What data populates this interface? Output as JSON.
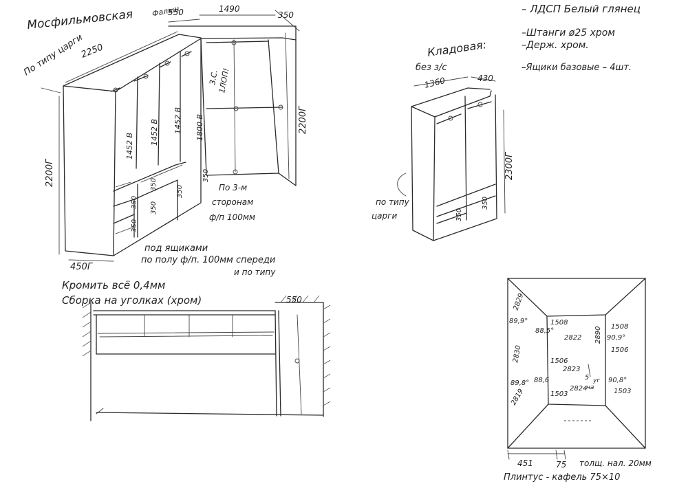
{
  "materials": {
    "line1": "– ЛДСП Белый глянец",
    "line2": "–Штанги ø25 хром",
    "line3": "–Держ. хром.",
    "line4": "–Ящики базовые – 4шт."
  },
  "wardrobe": {
    "title": "Мосфильмовская",
    "faldy": "Фальш",
    "po_tsargi": "По типу царги",
    "d550": "550",
    "d1490": "1490",
    "d350": "350",
    "d2250": "2250",
    "d2200l": "2200Г",
    "d2200r": "2200Г",
    "d450": "450Г",
    "h1452a": "1452 В",
    "h1452b": "1452 В",
    "h1452c": "1452 В",
    "h1800": "1800 В",
    "c350a": "350",
    "c350b": "350",
    "c350c": "350",
    "c350d": "350",
    "c350e": "350",
    "c350f": "350",
    "zs": "З.С.",
    "lnp": "1ЛОП!",
    "note1": "По 3-м",
    "note2": "сторонам",
    "note3": "ф/п 100мм",
    "box1": "под ящиками",
    "box2": "по полу ф/п. 100мм спереди",
    "box3": "и по типу"
  },
  "pantry": {
    "title": "Кладовая:",
    "sub": "без з/с",
    "d1360": "1360",
    "d430": "430",
    "d2300": "2300Г",
    "d350a": "350",
    "d350b": "350",
    "tsargi1": "по типу",
    "tsargi2": "царги"
  },
  "plan": {
    "note1": "Кромить всё 0,4мм",
    "note2": "Сборка на уголках (хром)",
    "d550": "550"
  },
  "room": {
    "d2829a": "2829",
    "d899a": "89,9°",
    "d1508a": "1508",
    "d885": "88,5°",
    "d2822": "2822",
    "d2890": "2890",
    "d1508b": "1508",
    "d909": "90,9°",
    "d1506a": "1506",
    "d1506b": "1506",
    "d2830": "2830",
    "d2823": "2823",
    "d886": "88,6",
    "d898a": "89,8°",
    "d898b": "90,8°",
    "d1503a": "1503",
    "d2824": "2824",
    "d1503b": "1503",
    "d2819": "2819",
    "d451": "451",
    "d75": "75",
    "tolsh": "толщ. нал. 20мм",
    "plintus": "Плинтус - кафель 75×10",
    "five": "5",
    "na": "на",
    "ug": "уг"
  }
}
